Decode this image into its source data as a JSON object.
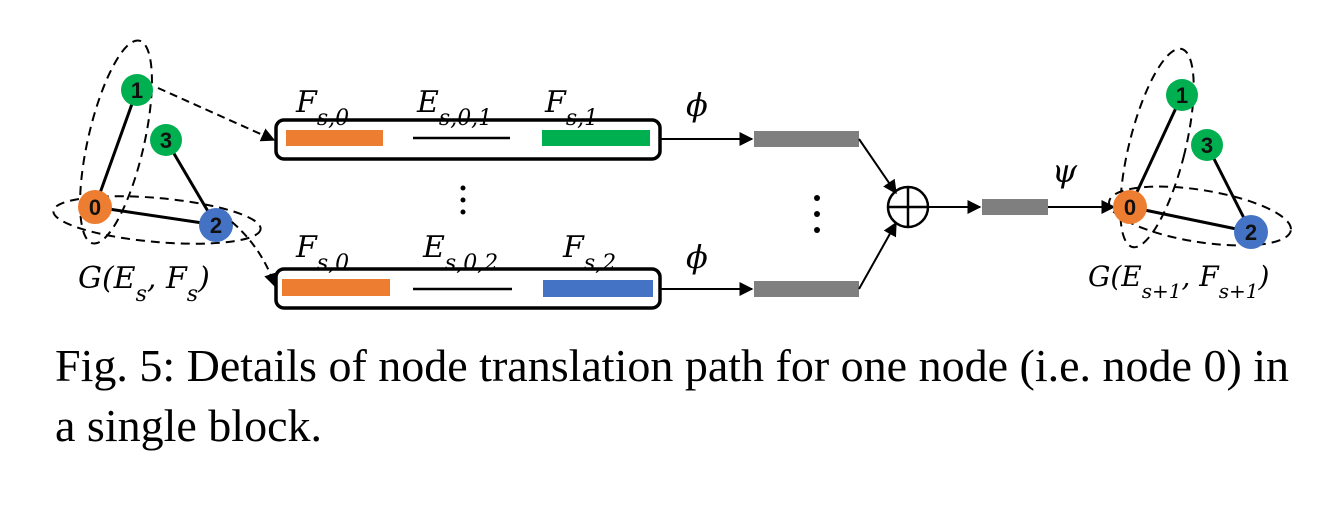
{
  "colors": {
    "orange": "#ED7D31",
    "green": "#00B050",
    "blue": "#4472C4",
    "gray": "#7F7F7F"
  },
  "graph_left": {
    "label": "G(E_s, F_s)",
    "nodes": [
      "0",
      "1",
      "2",
      "3"
    ]
  },
  "graph_right": {
    "label": "G(E_{s+1}, F_{s+1})",
    "nodes": [
      "0",
      "1",
      "2",
      "3"
    ]
  },
  "paths": [
    {
      "f_src": "F_{s,0}",
      "edge": "E_{s,0,1}",
      "f_dst": "F_{s,1}",
      "fn": "ϕ"
    },
    {
      "f_src": "F_{s,0}",
      "edge": "E_{s,0,2}",
      "f_dst": "F_{s,2}",
      "fn": "ϕ"
    }
  ],
  "aggregate_fn": "ψ",
  "caption": "Fig. 5: Details of node translation path for one node (i.e. node 0) in a single block."
}
